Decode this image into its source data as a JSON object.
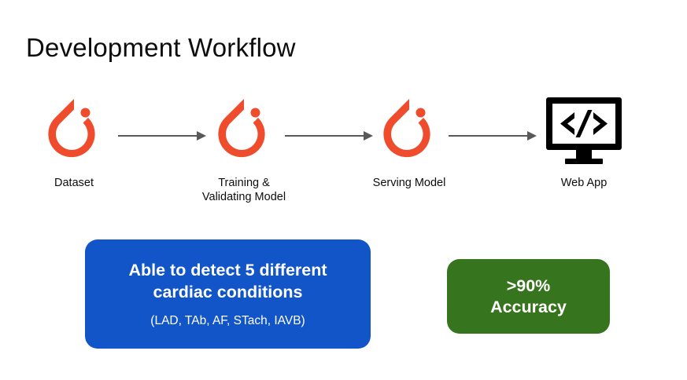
{
  "slide": {
    "title": "Development Workflow",
    "background_color": "#ffffff",
    "title_color": "#0d0d0d"
  },
  "workflow": {
    "arrow_color": "#595959",
    "nodes": [
      {
        "label": "Dataset",
        "icon": "pytorch-logo-icon",
        "icon_color": "#EE4C2C"
      },
      {
        "label": "Training &\nValidating Model",
        "icon": "pytorch-logo-icon",
        "icon_color": "#EE4C2C"
      },
      {
        "label": "Serving Model",
        "icon": "pytorch-logo-icon",
        "icon_color": "#EE4C2C"
      },
      {
        "label": "Web App",
        "icon": "monitor-code-icon",
        "icon_color": "#000000"
      }
    ],
    "arrows": [
      {
        "name": "arrow-dataset-to-training"
      },
      {
        "name": "arrow-training-to-serving"
      },
      {
        "name": "arrow-serving-to-webapp"
      }
    ]
  },
  "callouts": {
    "blue": {
      "heading": "Able to detect 5 different\ncardiac conditions",
      "subtext": "(LAD, TAb, AF, STach, IAVB)",
      "color": "#1255C8",
      "text_color": "#ffffff"
    },
    "green": {
      "heading": ">90%\nAccuracy",
      "color": "#37741E",
      "text_color": "#ffffff"
    }
  }
}
